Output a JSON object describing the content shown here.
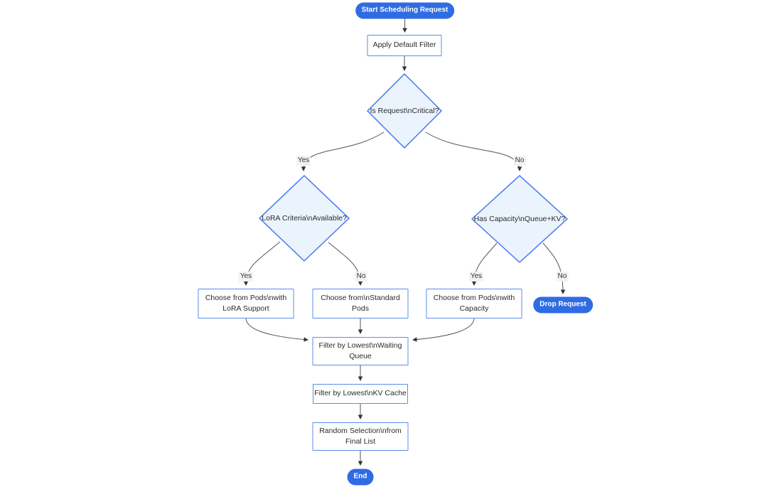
{
  "diagram": {
    "type": "flowchart",
    "colors": {
      "accent_blue": "#2f6ce3",
      "rect_border": "#5b8cee",
      "decision_fill": "#ebf3fc",
      "decision_border": "#4379ee",
      "edge_line": "#555555",
      "arrowhead": "#333333",
      "edge_label_bg": "#f2f2f2",
      "node_text": "#2b2b2b"
    },
    "nodes": {
      "start": {
        "type": "terminator",
        "label": "Start Scheduling Request"
      },
      "apply_filter": {
        "type": "process",
        "label": "Apply Default Filter"
      },
      "is_critical": {
        "type": "decision",
        "label": "Is Request\\nCritical?"
      },
      "lora_criteria": {
        "type": "decision",
        "label": "LoRA Criteria\\nAvailable?"
      },
      "has_capacity": {
        "type": "decision",
        "label": "Has Capacity\\nQueue+KV?"
      },
      "choose_lora": {
        "type": "process",
        "label": "Choose from Pods\\nwith LoRA Support"
      },
      "choose_standard": {
        "type": "process",
        "label": "Choose from\\nStandard Pods"
      },
      "choose_capacity": {
        "type": "process",
        "label": "Choose from Pods\\nwith Capacity"
      },
      "drop_request": {
        "type": "terminator",
        "label": "Drop Request"
      },
      "filter_queue": {
        "type": "process",
        "label": "Filter by Lowest\\nWaiting Queue"
      },
      "filter_kv": {
        "type": "process",
        "label": "Filter by Lowest\\nKV Cache"
      },
      "random_selection": {
        "type": "process",
        "label": "Random Selection\\nfrom Final List"
      },
      "end": {
        "type": "terminator",
        "label": "End"
      }
    },
    "edge_labels": {
      "critical_yes": "Yes",
      "critical_no": "No",
      "lora_yes": "Yes",
      "lora_no": "No",
      "capacity_yes": "Yes",
      "capacity_no": "No"
    }
  }
}
